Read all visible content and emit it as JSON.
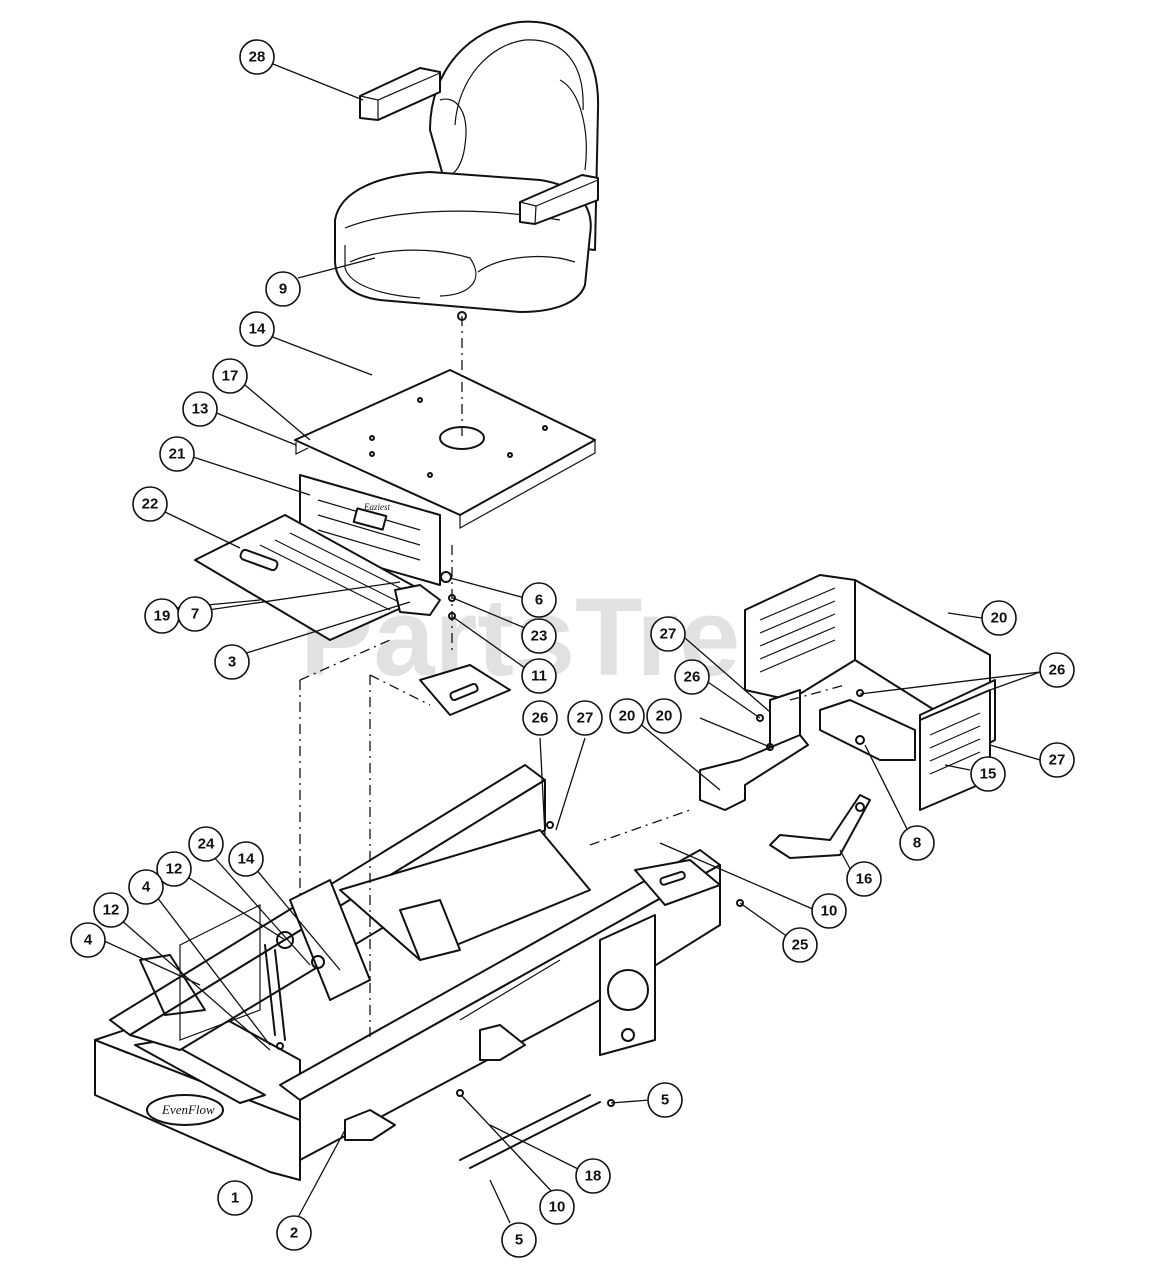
{
  "watermark": "PartsTree",
  "brand_plate_text": "EvenFlow",
  "seat_plate_text": "Eaziest",
  "callouts": [
    "28",
    "9",
    "14",
    "17",
    "13",
    "21",
    "22",
    "19",
    "7",
    "3",
    "6",
    "23",
    "11",
    "20",
    "27",
    "26",
    "26",
    "20",
    "20",
    "27",
    "26",
    "27",
    "15",
    "8",
    "16",
    "24",
    "12",
    "14",
    "4",
    "12",
    "4",
    "10",
    "25",
    "5",
    "18",
    "10",
    "5",
    "1",
    "2"
  ]
}
